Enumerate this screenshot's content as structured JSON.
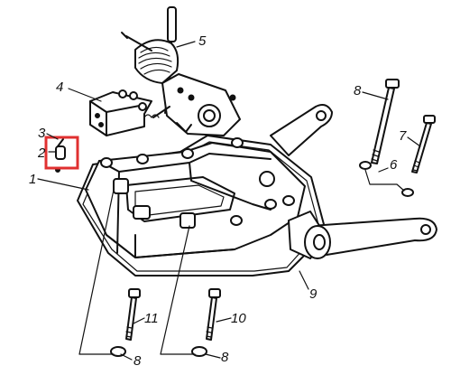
{
  "figure": {
    "callouts": {
      "c1": "1",
      "c2": "2",
      "c3": "3",
      "c4": "4",
      "c5": "5",
      "c6": "6",
      "c7": "7",
      "c8_right": "8",
      "c8_left": "8",
      "c8_center": "8",
      "c9": "9",
      "c10": "10",
      "c11": "11"
    },
    "highlight_color": "#e03030"
  }
}
